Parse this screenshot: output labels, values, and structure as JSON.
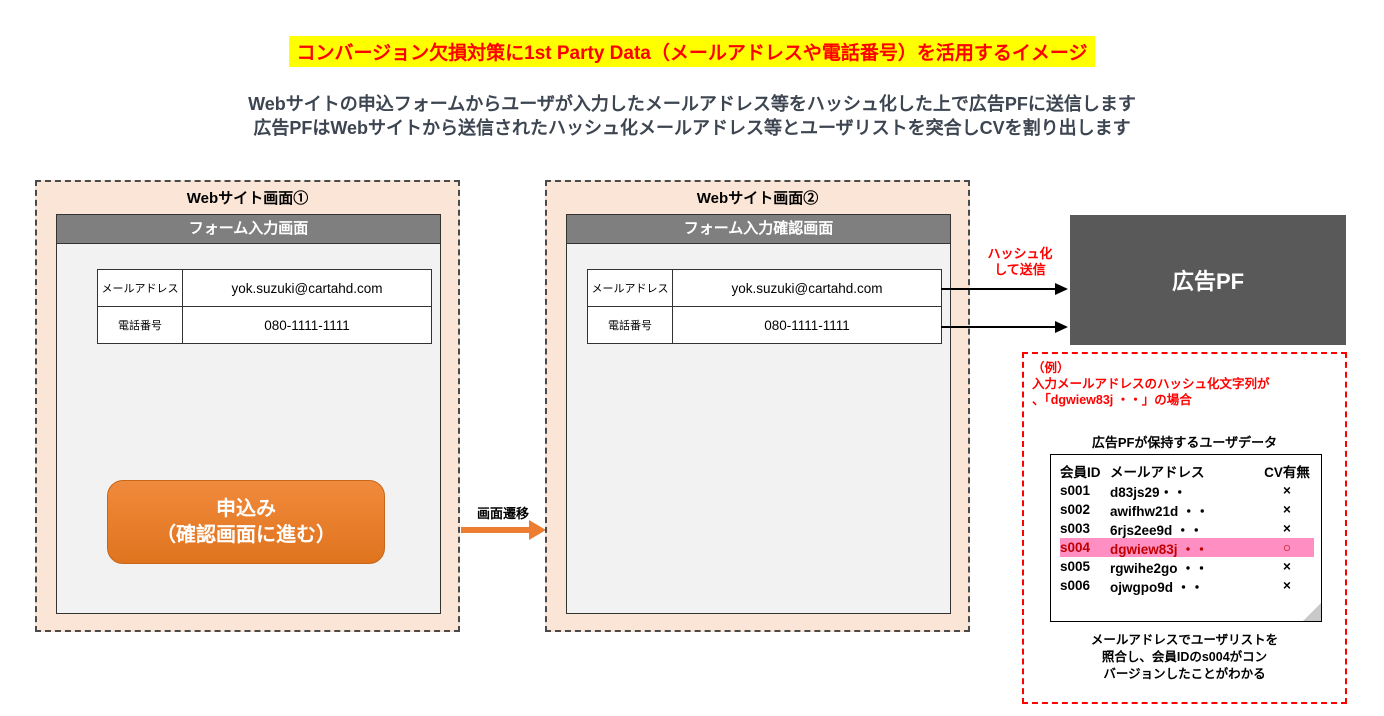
{
  "page": {
    "title": "コンバージョン欠損対策に1st Party Data（メールアドレスや電話番号）を活用するイメージ",
    "subtitle1": "Webサイトの申込フォームからユーザが入力したメールアドレス等をハッシュ化した上で広告PFに送信します",
    "subtitle2": "広告PFはWebサイトから送信されたハッシュ化メールアドレス等とユーザリストを突合しCVを割り出します"
  },
  "panel1": {
    "title": "Webサイト画面①",
    "header": "フォーム入力画面",
    "fields": [
      {
        "label": "メールアドレス",
        "value": "yok.suzuki@cartahd.com"
      },
      {
        "label": "電話番号",
        "value": "080-1111-1111"
      }
    ],
    "button_line1": "申込み",
    "button_line2": "（確認画面に進む）"
  },
  "transition": {
    "label": "画面遷移"
  },
  "panel2": {
    "title": "Webサイト画面②",
    "header": "フォーム入力確認画面",
    "fields": [
      {
        "label": "メールアドレス",
        "value": "yok.suzuki@cartahd.com"
      },
      {
        "label": "電話番号",
        "value": "080-1111-1111"
      }
    ]
  },
  "hash": {
    "line1": "ハッシュ化",
    "line2": "して送信"
  },
  "adpf": {
    "label": "広告PF"
  },
  "example": {
    "line1": "（例）",
    "line2": "入力メールアドレスのハッシュ化文字列が",
    "line3": "、「dgwiew83j ・・」の場合",
    "data_title": "広告PFが保持するユーザデータ",
    "table": {
      "headers": [
        "会員ID",
        "メールアドレス",
        "CV有無"
      ],
      "rows": [
        {
          "id": "s001",
          "hash": "d83js29・・",
          "cv": "×"
        },
        {
          "id": "s002",
          "hash": "awifhw21d ・・",
          "cv": "×"
        },
        {
          "id": "s003",
          "hash": "6rjs2ee9d ・・",
          "cv": "×"
        },
        {
          "id": "s004",
          "hash": "dgwiew83j ・・",
          "cv": "○"
        },
        {
          "id": "s005",
          "hash": "rgwihe2go ・・",
          "cv": "×"
        },
        {
          "id": "s006",
          "hash": "ojwgpo9d ・・",
          "cv": "×"
        }
      ]
    },
    "caption1": "メールアドレスでユーザリストを",
    "caption2": "照合し、会員IDのs004がコン",
    "caption3": "バージョンしたことがわかる"
  },
  "colors": {
    "accent_orange": "#ed7d31",
    "highlight_yellow": "#ffff00",
    "alert_red": "#ff0000",
    "panel_peach": "#fbe5d6",
    "header_gray": "#7f7f7f",
    "pf_gray": "#595959",
    "row_highlight_pink": "#ff8fc3"
  }
}
